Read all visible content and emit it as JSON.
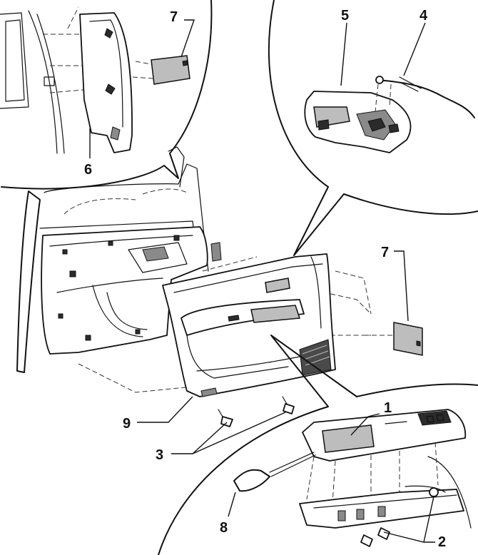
{
  "callouts": {
    "c1": "1",
    "c2": "2",
    "c3": "3",
    "c4": "4",
    "c5": "5",
    "c6": "6",
    "c7_top": "7",
    "c7_right": "7",
    "c8": "8",
    "c9": "9"
  }
}
